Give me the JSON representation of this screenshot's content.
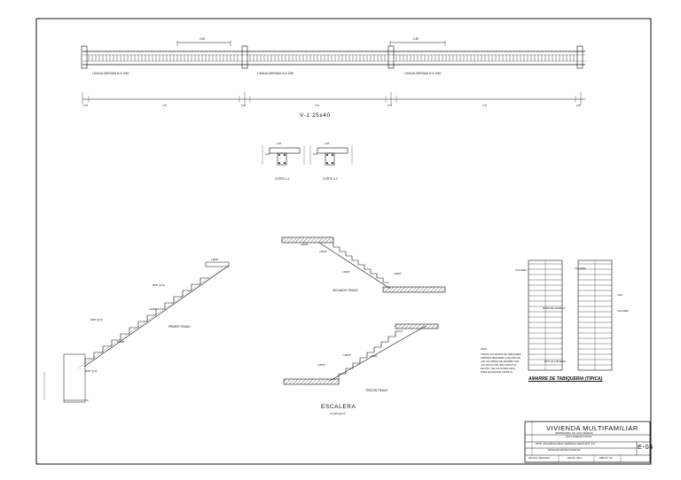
{
  "beam": {
    "title": "V-1   25x40",
    "dims": [
      "2.60",
      "1.80"
    ],
    "span_labels": [
      "LOSA ALIGERADA H=0.20M",
      "LOSA ALIGERADA H=0.20M",
      "LOSA ALIGERADA H=0.20M"
    ],
    "tick_labels": [
      "0.25",
      "3.70",
      "0.25",
      "3.70",
      "0.25",
      "3.70",
      "0.25"
    ]
  },
  "sections": {
    "labels": [
      "CORTE 1-1",
      "CORTE 2-2"
    ],
    "dims": [
      "0.25",
      "0.40",
      "0.25",
      "0.40"
    ]
  },
  "stairs": {
    "first": {
      "label": "PRIMER TRAMO",
      "notes": [
        "4 Ø3/8\"",
        "Ø3/8\" @.25",
        "4 Ø3/8\"",
        "Ø3/8\" @.20",
        "4 Ø3/8\"",
        "Ø3/8\" @.25"
      ]
    },
    "second": {
      "label": "SEGUNDO TRAMO",
      "notes": [
        "4 Ø3/8\"",
        "4 Ø3/8\"",
        "4 Ø3/8\"",
        "4 Ø3/8\""
      ]
    },
    "third": {
      "label": "TERCER TRAMO",
      "notes": [
        "4 Ø3/8\"",
        "4 Ø3/8\"",
        "4 Ø3/8\""
      ]
    },
    "caption": "ESCALERA",
    "scale": "ec.200 Kg/cm2"
  },
  "wall_detail": {
    "title": "AMARRE DE TABIQUERIA (TIPICA)",
    "note_heading": "NOTA:",
    "notes": [
      "TODOS LOS MUROS DE TABIQUERIA",
      "TENDRAN REFUERZO ANCLADO EN",
      "LAS COLUMNAS DE AMARRE Y EN",
      "LAS VIGAS CON UNA LONGITUD",
      "DE 0.50 Y SE COLOCARA CADA",
      "TRES HILADAS DE LADRILLO"
    ],
    "callouts": [
      "COLUMNA",
      "MURO DE LADRILLO",
      "Ø1/4\" @ 3 HILADAS",
      "COLUMNA",
      "VIGA",
      "COLUMNA"
    ]
  },
  "title_block": {
    "project": "VIVIENDA MULTIFAMILIAR",
    "owner_lines": [
      "PROPIETARIO: SR. JULIO MAMANI",
      "JULIO MAMANI LOAYZA"
    ],
    "location": "DPTO. MOQUEGUA  PROV. MARISCAL NIETO  DIST. ILO",
    "content": "DETALLES ESTRUCTURALES",
    "sheet": "E-04",
    "footer": [
      "ESCALA: INDICADA",
      "FECHA: 2014",
      "DIBUJO: JM"
    ]
  }
}
